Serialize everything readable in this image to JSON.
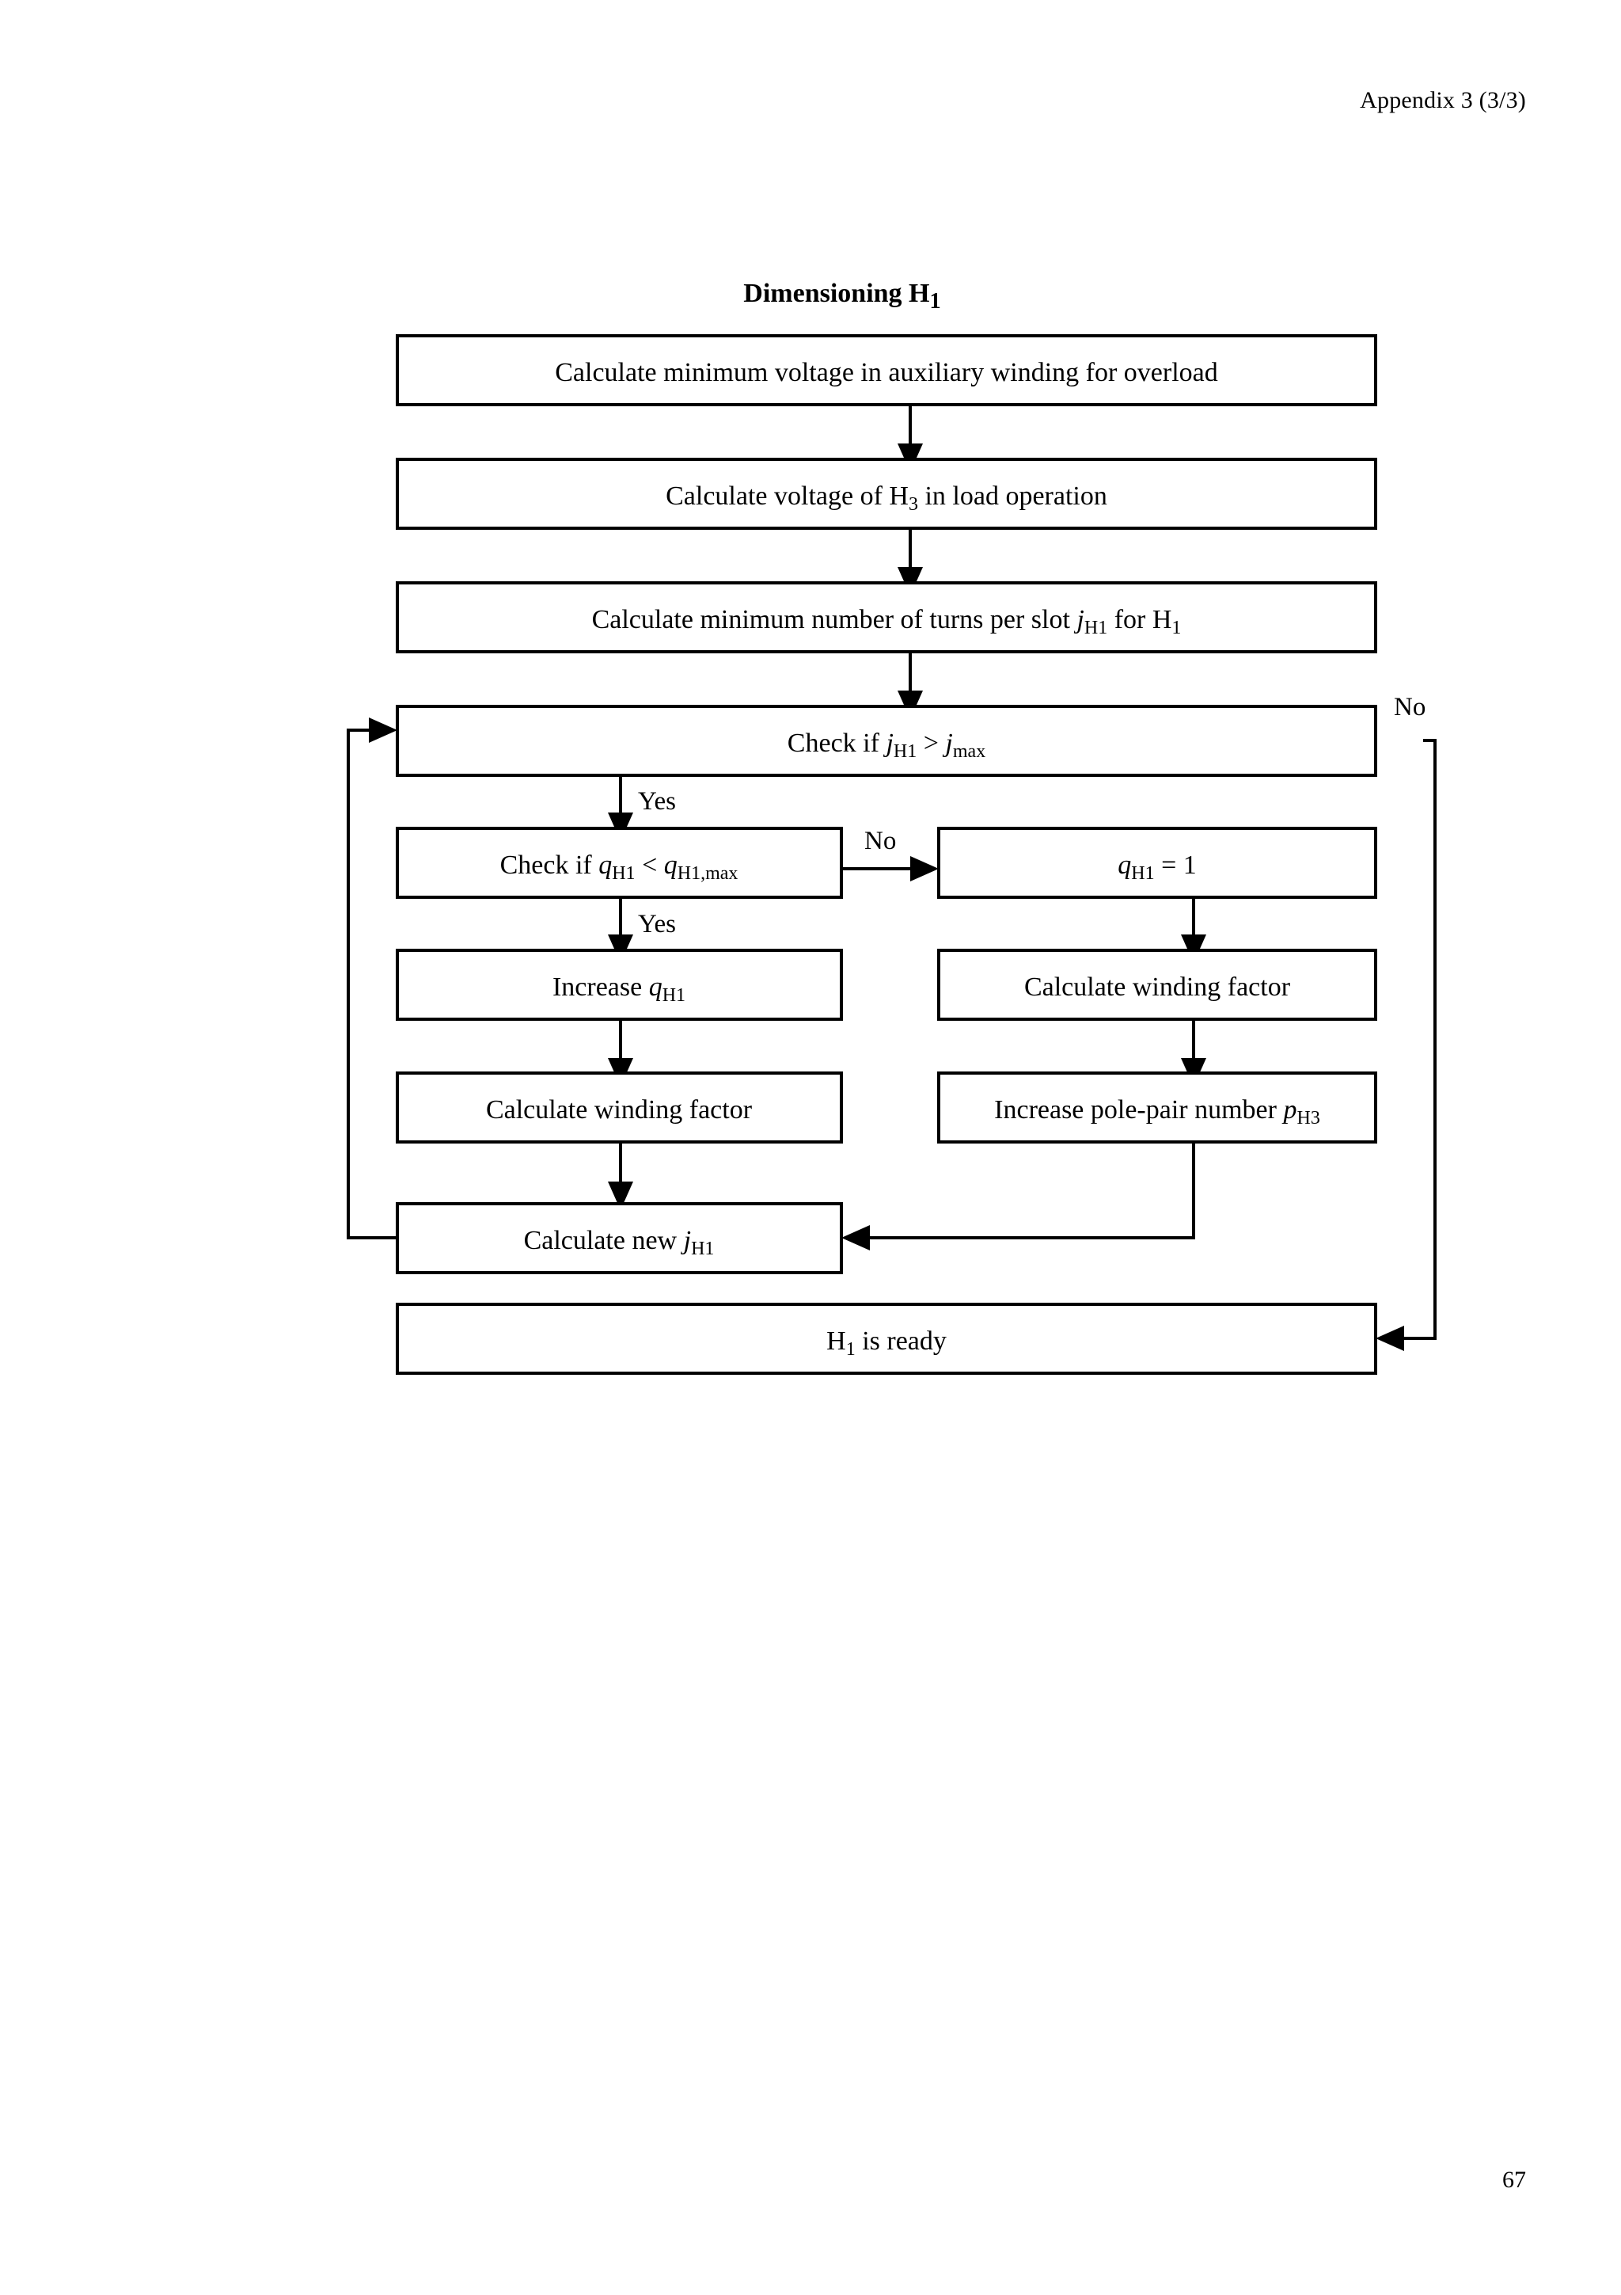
{
  "page": {
    "header": "Appendix 3 (3/3)",
    "number": "67"
  },
  "chart_data": {
    "type": "diagram",
    "diagram_kind": "flowchart",
    "title": "Dimensioning H1",
    "title_parts": {
      "main": "Dimensioning H",
      "sub": "1"
    },
    "nodes": [
      {
        "id": "n1",
        "shape": "process",
        "text": "Calculate minimum voltage in auxiliary winding for overload"
      },
      {
        "id": "n2",
        "shape": "process",
        "text": "Calculate voltage of H3 in load operation"
      },
      {
        "id": "n3",
        "shape": "process",
        "text": "Calculate minimum number of turns per slot jH1 for H1"
      },
      {
        "id": "n4",
        "shape": "decision",
        "text": "Check if jH1 > jmax"
      },
      {
        "id": "n5",
        "shape": "decision",
        "text": "Check if qH1 < qH1,max"
      },
      {
        "id": "n6",
        "shape": "process",
        "text": "qH1 = 1"
      },
      {
        "id": "n7",
        "shape": "process",
        "text": "Increase qH1"
      },
      {
        "id": "n8",
        "shape": "process",
        "text": "Calculate winding factor"
      },
      {
        "id": "n9",
        "shape": "process",
        "text": "Calculate winding factor"
      },
      {
        "id": "n10",
        "shape": "process",
        "text": "Increase pole-pair number pH3"
      },
      {
        "id": "n11",
        "shape": "process",
        "text": "Calculate new jH1"
      },
      {
        "id": "n12",
        "shape": "terminator",
        "text": "H1 is ready"
      }
    ],
    "edges": [
      {
        "from": "n1",
        "to": "n2",
        "label": ""
      },
      {
        "from": "n2",
        "to": "n3",
        "label": ""
      },
      {
        "from": "n3",
        "to": "n4",
        "label": ""
      },
      {
        "from": "n4",
        "to": "n5",
        "label": "Yes"
      },
      {
        "from": "n4",
        "to": "n12",
        "label": "No"
      },
      {
        "from": "n5",
        "to": "n7",
        "label": "Yes"
      },
      {
        "from": "n5",
        "to": "n6",
        "label": "No"
      },
      {
        "from": "n6",
        "to": "n8",
        "label": ""
      },
      {
        "from": "n7",
        "to": "n9",
        "label": ""
      },
      {
        "from": "n8",
        "to": "n10",
        "label": ""
      },
      {
        "from": "n9",
        "to": "n11",
        "label": ""
      },
      {
        "from": "n10",
        "to": "n11",
        "label": ""
      },
      {
        "from": "n11",
        "to": "n4",
        "label": ""
      }
    ],
    "edge_labels": [
      "Yes",
      "No",
      "Yes",
      "No"
    ]
  },
  "boxes": {
    "b1": {
      "text": "Calculate minimum voltage in auxiliary winding for overload"
    },
    "b2": {
      "pre": "Calculate voltage of H",
      "sub": "3",
      "post": " in load operation"
    },
    "b3": {
      "pre": "Calculate minimum number of turns per slot ",
      "var": "j",
      "sub": "H1",
      "mid": " for H",
      "sub2": "1"
    },
    "b4": {
      "pre": "Check if ",
      "var": "j",
      "sub": "H1",
      "op": " > ",
      "var2": "j",
      "sub2": "max"
    },
    "b5": {
      "pre": "Check if ",
      "var": "q",
      "sub": "H1",
      "op": " < ",
      "var2": "q",
      "sub2": "H1,max"
    },
    "b6": {
      "var": "q",
      "sub": "H1",
      "post": " = 1"
    },
    "b7": {
      "pre": "Increase ",
      "var": "q",
      "sub": "H1"
    },
    "b8": {
      "text": "Calculate winding factor"
    },
    "b9": {
      "text": "Calculate winding factor"
    },
    "b10": {
      "pre": "Increase pole-pair number ",
      "var": "p",
      "sub": "H3"
    },
    "b11": {
      "pre": "Calculate new ",
      "var": "j",
      "sub": "H1"
    },
    "b12": {
      "pre": "H",
      "sub": "1",
      "post": " is ready"
    }
  },
  "labels": {
    "no_top": "No",
    "yes_1": "Yes",
    "no_mid": "No",
    "yes_2": "Yes"
  },
  "colors": {
    "ink": "#000000",
    "paper": "#ffffff"
  }
}
